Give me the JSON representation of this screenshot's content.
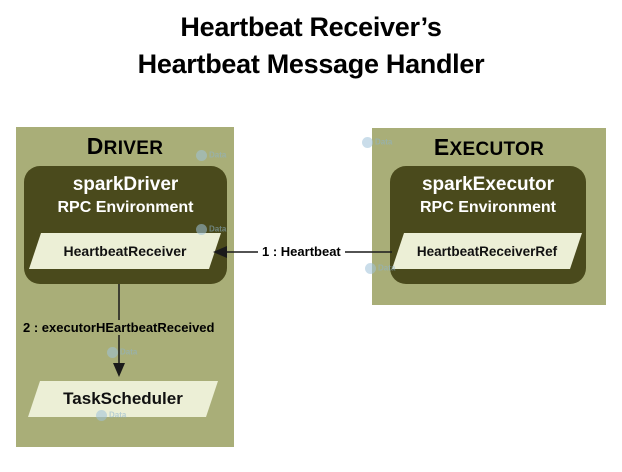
{
  "title": {
    "line1": "Heartbeat Receiver’s",
    "line2": "Heartbeat Message Handler"
  },
  "driver": {
    "label_initial": "D",
    "label_rest": "RIVER",
    "env_name": "sparkDriver",
    "env_sub": "RPC Environment",
    "receiver": "HeartbeatReceiver",
    "scheduler": "TaskScheduler"
  },
  "executor": {
    "label_initial": "E",
    "label_rest": "XECUTOR",
    "env_name": "sparkExecutor",
    "env_sub": "RPC Environment",
    "receiver_ref": "HeartbeatReceiverRef"
  },
  "edges": {
    "heartbeat": "1 : Heartbeat",
    "received": "2 : executorHEartbeatReceived"
  },
  "watermark": {
    "line1": "Data",
    "line2": "Flair"
  },
  "colors": {
    "panel": "#a9ae78",
    "env": "#4a4a1c",
    "shape": "#ecefd6"
  }
}
